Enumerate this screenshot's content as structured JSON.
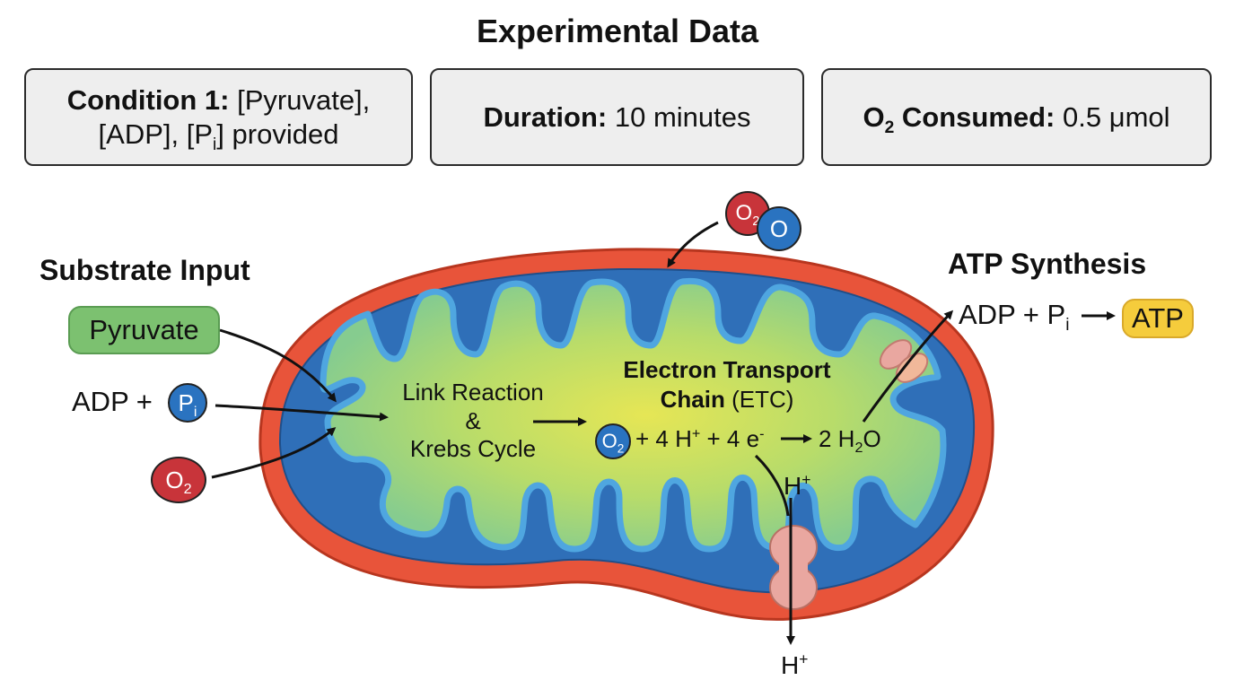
{
  "title": "Experimental Data",
  "cards": {
    "condition": {
      "label": "Condition 1:",
      "text_a": "[Pyruvate],",
      "text_b": "[ADP], [P",
      "text_b_sub": "i",
      "text_b_end": "] provided"
    },
    "duration": {
      "label": "Duration:",
      "value": "10 minutes"
    },
    "oxygen": {
      "label_a": "O",
      "label_sub": "2",
      "label_b": " Consumed:",
      "value": "0.5 μmol"
    }
  },
  "substrate": {
    "heading": "Substrate Input",
    "pyruvate": "Pyruvate",
    "adp_text": "ADP +",
    "pi_main": "P",
    "pi_sub": "i",
    "o2_main": "O",
    "o2_sub": "2"
  },
  "matrix": {
    "link_line1": "Link Reaction",
    "link_line2": "&",
    "link_line3": "Krebs Cycle",
    "etc_bold": "Electron Transport",
    "etc_bold2": "Chain",
    "etc_paren": " (ETC)",
    "o2_main": "O",
    "o2_sub": "2",
    "eq_a": "+ 4 H",
    "eq_a_sup": "+",
    "eq_b": " + 4 e",
    "eq_b_sup": "-",
    "eq_c": "2 H",
    "eq_c_sub": "2",
    "eq_d": "O",
    "hplus_in": "H",
    "hplus_in_sup": "+",
    "hplus_out": "H",
    "hplus_out_sup": "+"
  },
  "oxygen_molecule": {
    "left_main": "O",
    "left_sub": "2",
    "right": "O"
  },
  "atp": {
    "heading": "ATP Synthesis",
    "eq_a": "ADP + P",
    "eq_a_sub": "i",
    "product": "ATP"
  },
  "colors": {
    "outer_membrane": "#e8543a",
    "inner_membrane": "#3d8fd0",
    "matrix_center": "#e6e655",
    "matrix_edge": "#86cc8f",
    "o2_red": "#c8343a",
    "pi_blue": "#2a73c0",
    "pyruvate_green": "#7cc170",
    "atp_yellow": "#f5cc3c",
    "synthase_pink": "#e9a7a0",
    "card_fill": "#eeeeee"
  }
}
